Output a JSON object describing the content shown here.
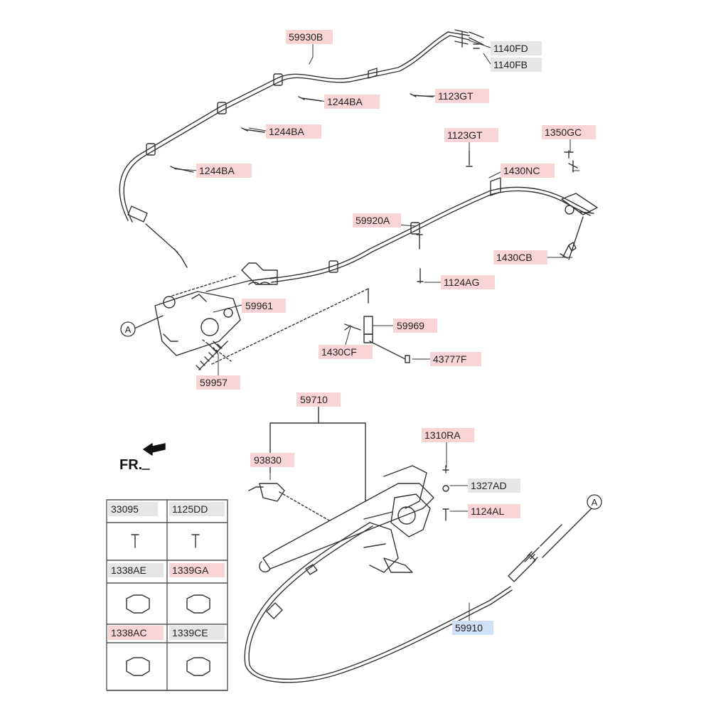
{
  "diagram": {
    "colors": {
      "part_red": "#f9d4d4",
      "part_gray": "#e6e6e6",
      "part_blue": "#cfe0f6",
      "line": "#333333"
    },
    "labels": {
      "59930B": "59930B",
      "1140FD": "1140FD",
      "1140FB": "1140FB",
      "1123GT_a": "1123GT",
      "1244BA_a": "1244BA",
      "1244BA_b": "1244BA",
      "1244BA_c": "1244BA",
      "1123GT_b": "1123GT",
      "1350GC": "1350GC",
      "1430NC": "1430NC",
      "59920A": "59920A",
      "1430CB": "1430CB",
      "1124AG": "1124AG",
      "59961": "59961",
      "59969": "59969",
      "1430CF": "1430CF",
      "43777F": "43777F",
      "59957": "59957",
      "59710": "59710",
      "1310RA": "1310RA",
      "93830": "93830",
      "1327AD": "1327AD",
      "1124AL": "1124AL",
      "59910": "59910"
    },
    "callout_a_top": "A",
    "callout_a_bottom": "A",
    "front_marker": "FR.",
    "hardware_table": {
      "cells": [
        "33095",
        "1125DD",
        "1338AE",
        "1339GA",
        "1338AC",
        "1339CE"
      ]
    }
  }
}
